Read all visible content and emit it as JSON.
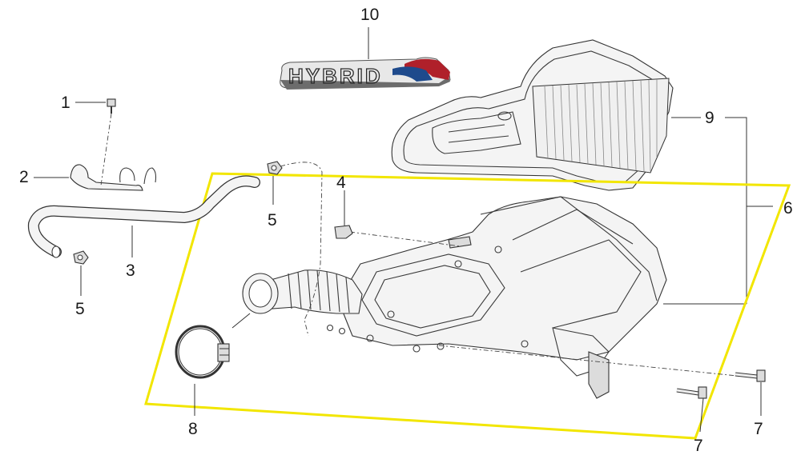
{
  "callouts": {
    "c1": "1",
    "c2": "2",
    "c3": "3",
    "c4": "4",
    "c5a": "5",
    "c5b": "5",
    "c6": "6",
    "c7a": "7",
    "c7b": "7",
    "c8": "8",
    "c9": "9",
    "c10": "10"
  },
  "badge": {
    "text": "HYBRID",
    "colors": {
      "red": "#b0202a",
      "blue": "#1e4a8c",
      "chrome": "#9a9a9a"
    }
  },
  "highlight_color": "#f2e600"
}
